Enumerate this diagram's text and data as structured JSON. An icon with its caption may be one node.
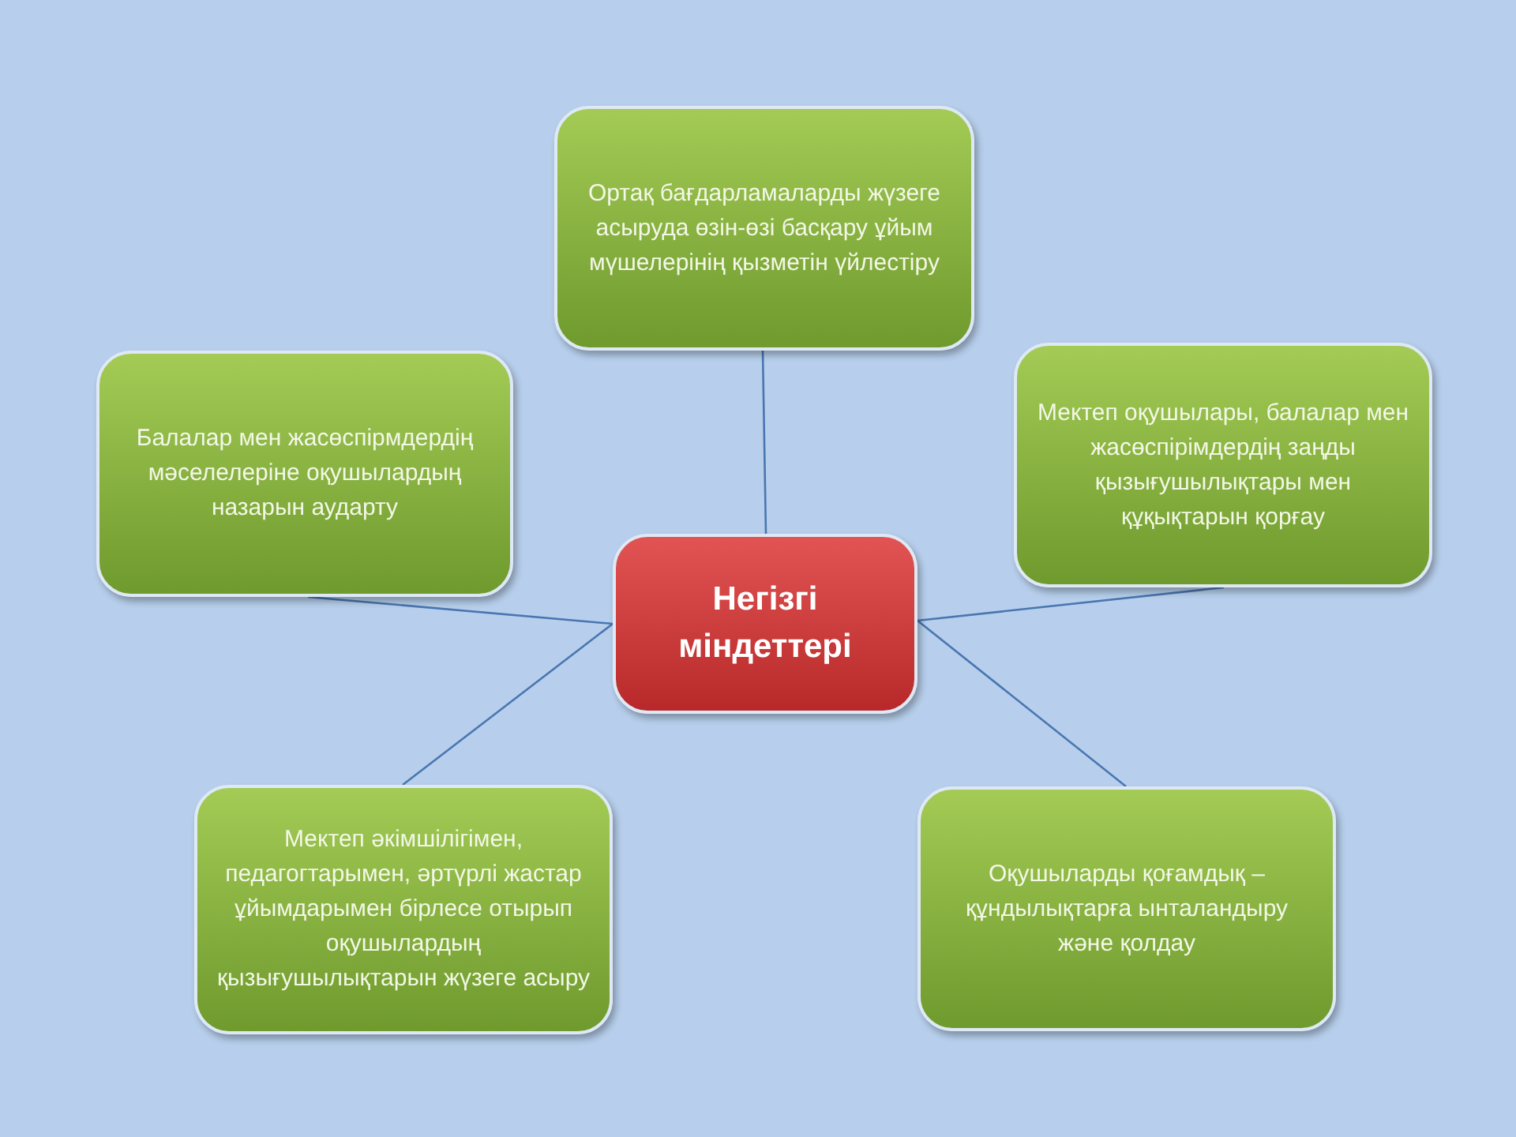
{
  "diagram": {
    "nodes": [
      {
        "text": [
          "Ортақ бағдарламаларды жүзеге асыруда өзін-өзі басқару ұйым  мүшелерінің қызметін  үйлестіру"
        ]
      },
      {
        "text": [
          "Балалар мен жасөспірмдердің мәселелеріне оқушылардың назарын аударту"
        ]
      },
      {
        "text": [
          "Негізгі міндеттері"
        ]
      },
      {
        "text": [
          "Мектеп оқушылары, балалар мен жасөспірімдердің заңды қызығушылықтары мен құқықтарын қорғау"
        ]
      },
      {
        "text": [
          "Мектеп әкімшілігімен, педагогтарымен, әртүрлі жастар ұйымдарымен бірлесе отырып оқушылардың қызығушылықтарын жүзеге асыру"
        ]
      },
      {
        "text": [
          "Оқушыларды қоғамдық – құндылықтарға ынталандыру және  қолдау"
        ]
      }
    ],
    "edges": [
      {
        "from": 2,
        "to": 0,
        "arrow": "none"
      },
      {
        "from": 2,
        "to": 1,
        "arrow": "none"
      },
      {
        "from": 2,
        "to": 3,
        "arrow": "none"
      },
      {
        "from": 2,
        "to": 4,
        "arrow": "none"
      },
      {
        "from": 2,
        "to": 5,
        "arrow": "none"
      }
    ]
  }
}
